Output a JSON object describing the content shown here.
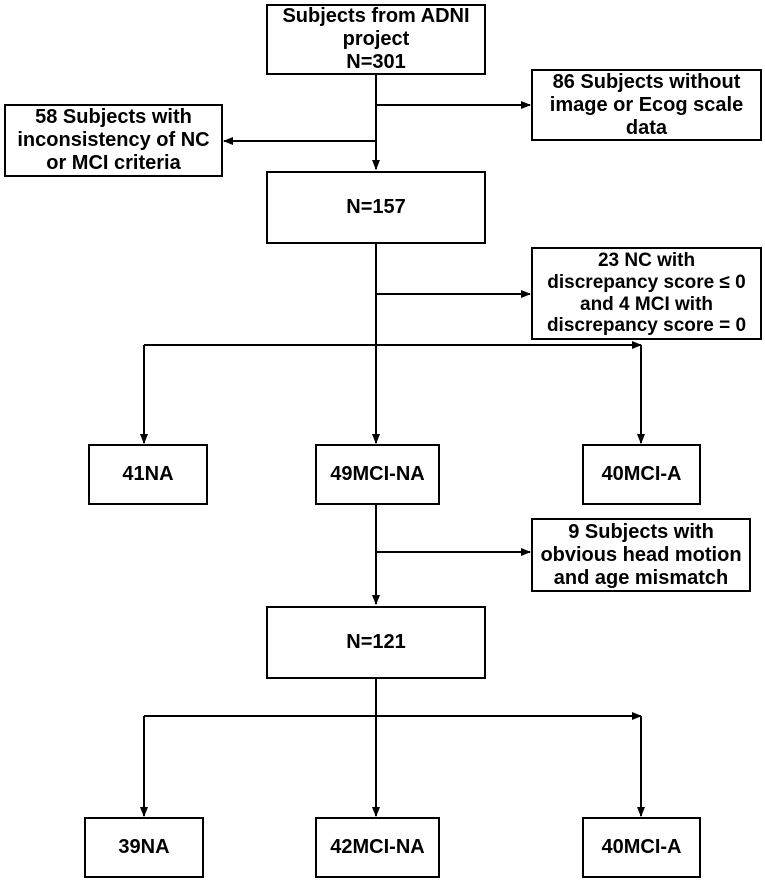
{
  "diagram": {
    "line_color": "#000000",
    "nodes": {
      "adni": {
        "lines": [
          "Subjects from ADNI",
          "project",
          "N=301"
        ]
      },
      "excl_image": {
        "lines": [
          "86 Subjects without",
          "image or Ecog scale",
          "data"
        ]
      },
      "excl_criteria": {
        "lines": [
          "58 Subjects with",
          "inconsistency of NC",
          "or MCI criteria"
        ]
      },
      "n157": {
        "lines": [
          "N=157"
        ]
      },
      "excl_discrepancy": {
        "lines": [
          "23 NC with",
          "discrepancy score ≤ 0",
          "and 4 MCI with",
          "discrepancy score = 0"
        ]
      },
      "na41": {
        "lines": [
          "41NA"
        ]
      },
      "mcina49": {
        "lines": [
          "49MCI-NA"
        ]
      },
      "mcia40": {
        "lines": [
          "40MCI-A"
        ]
      },
      "excl_motion": {
        "lines": [
          "9 Subjects with",
          "obvious head motion",
          "and age mismatch"
        ]
      },
      "n121": {
        "lines": [
          "N=121"
        ]
      },
      "na39": {
        "lines": [
          "39NA"
        ]
      },
      "mcina42": {
        "lines": [
          "42MCI-NA"
        ]
      },
      "mcia40b": {
        "lines": [
          "40MCI-A"
        ]
      }
    }
  }
}
